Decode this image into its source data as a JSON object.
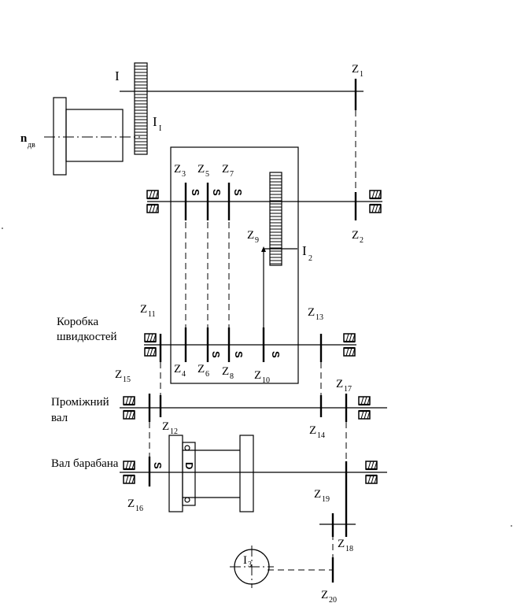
{
  "labels": {
    "shaft_I": "I",
    "motor_n": "n",
    "motor_n_sub": "дв",
    "I1": "I",
    "I1_sub": "I",
    "I2": "I",
    "I2_sub": "2",
    "I3": "I",
    "I3_sub": "3",
    "drum_letter": "D",
    "clutch_symbol": "S"
  },
  "gears": [
    {
      "id": "z1",
      "text": "Z",
      "sub": "1"
    },
    {
      "id": "z2",
      "text": "Z",
      "sub": "2"
    },
    {
      "id": "z3",
      "text": "Z",
      "sub": "3"
    },
    {
      "id": "z4",
      "text": "Z",
      "sub": "4"
    },
    {
      "id": "z5",
      "text": "Z",
      "sub": "5"
    },
    {
      "id": "z6",
      "text": "Z",
      "sub": "6"
    },
    {
      "id": "z7",
      "text": "Z",
      "sub": "7"
    },
    {
      "id": "z8",
      "text": "Z",
      "sub": "8"
    },
    {
      "id": "z9",
      "text": "Z",
      "sub": "9"
    },
    {
      "id": "z10",
      "text": "Z",
      "sub": "10"
    },
    {
      "id": "z11",
      "text": "Z",
      "sub": "11"
    },
    {
      "id": "z12",
      "text": "Z",
      "sub": "12"
    },
    {
      "id": "z13",
      "text": "Z",
      "sub": "13"
    },
    {
      "id": "z14",
      "text": "Z",
      "sub": "14"
    },
    {
      "id": "z15",
      "text": "Z",
      "sub": "15"
    },
    {
      "id": "z16",
      "text": "Z",
      "sub": "16"
    },
    {
      "id": "z17",
      "text": "Z",
      "sub": "17"
    },
    {
      "id": "z18",
      "text": "Z",
      "sub": "18"
    },
    {
      "id": "z19",
      "text": "Z",
      "sub": "19"
    },
    {
      "id": "z20",
      "text": "Z",
      "sub": "20"
    }
  ],
  "section_labels": {
    "gearbox_line1": "Коробка",
    "gearbox_line2": "швидкостей",
    "intermediate_line1": "Проміжний",
    "intermediate_line2": "вал",
    "drum_shaft": "Вал барабана"
  }
}
